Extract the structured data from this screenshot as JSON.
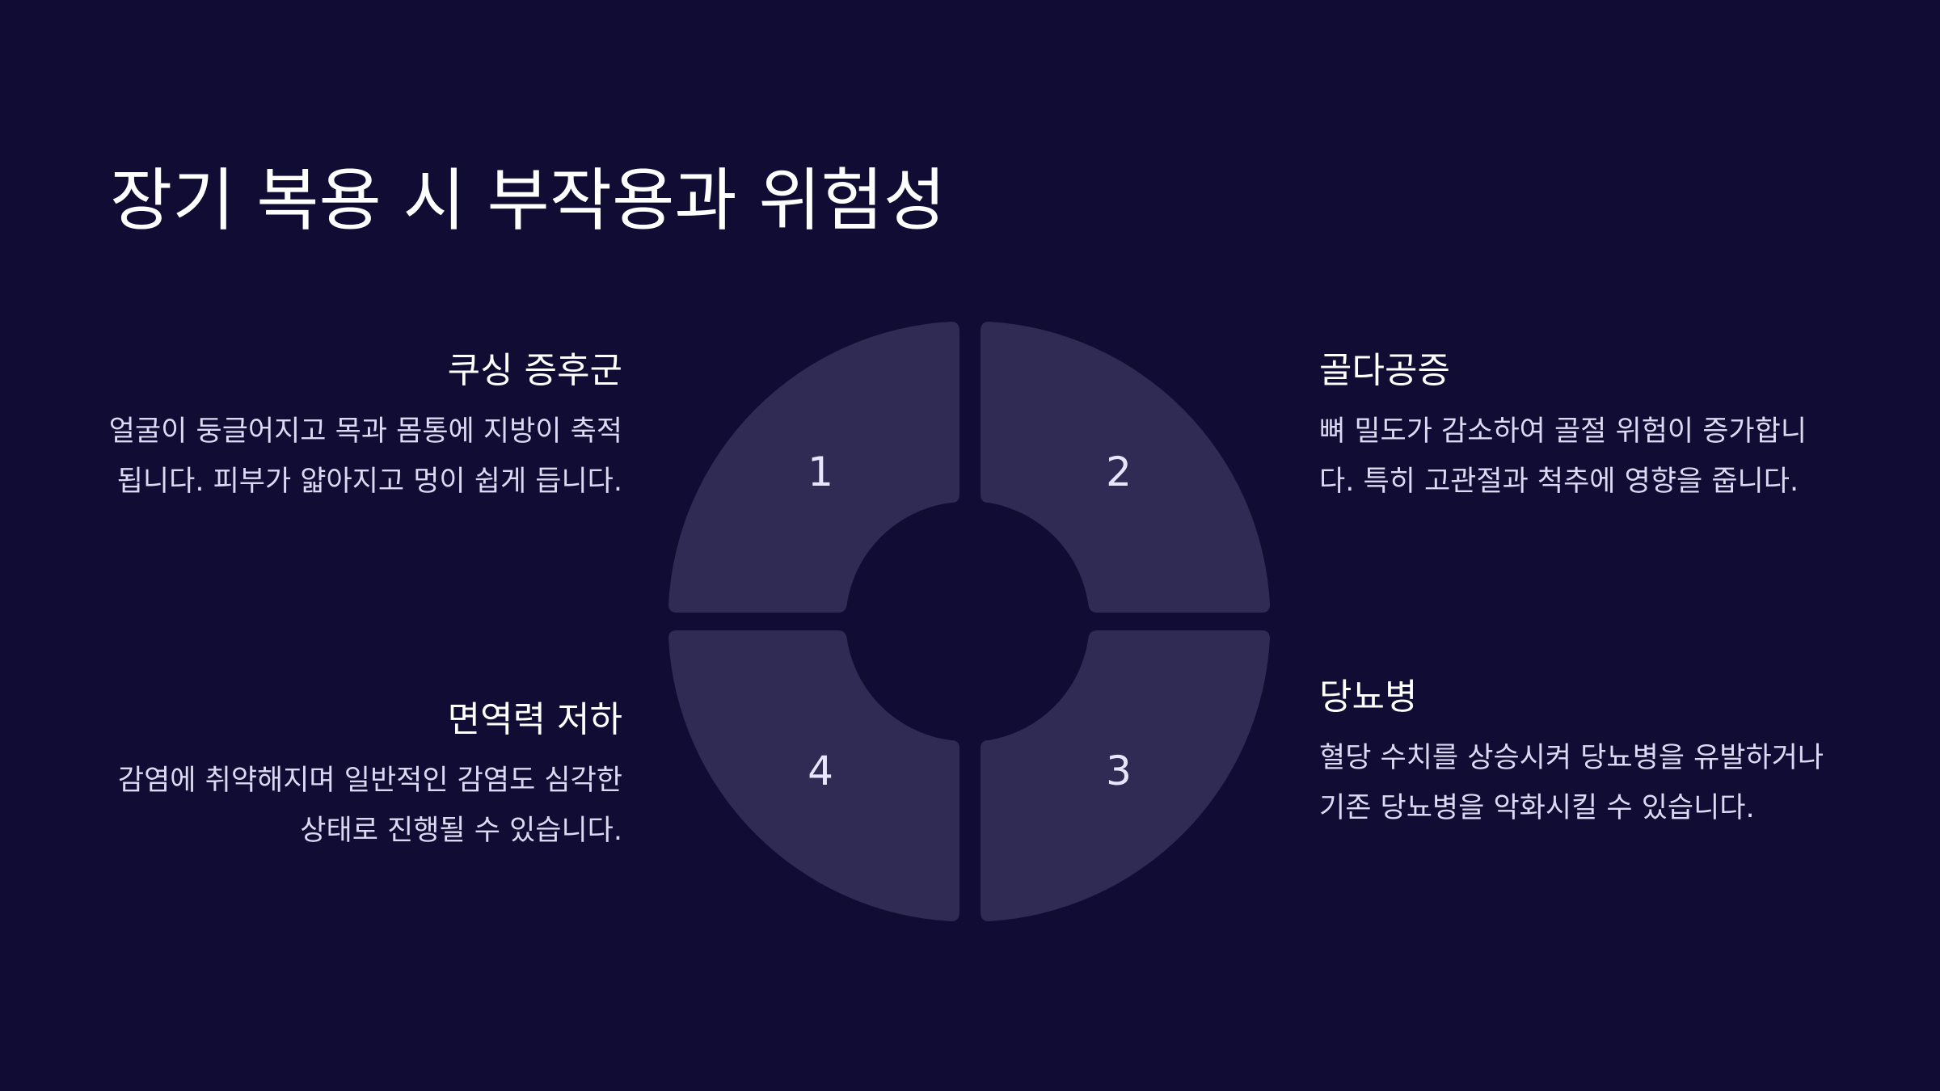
{
  "title": "장기 복용 시 부작용과 위험성",
  "items": [
    {
      "number": "1",
      "heading": "쿠싱 증후군",
      "text": "얼굴이 둥글어지고 목과 몸통에 지방이 축적됩니다. 피부가 얇아지고 멍이 쉽게 듭니다."
    },
    {
      "number": "2",
      "heading": "골다공증",
      "text": "뼈 밀도가 감소하여 골절 위험이 증가합니다. 특히 고관절과 척추에 영향을 줍니다."
    },
    {
      "number": "3",
      "heading": "당뇨병",
      "text": "혈당 수치를 상승시켜 당뇨병을 유발하거나 기존 당뇨병을 악화시킬 수 있습니다."
    },
    {
      "number": "4",
      "heading": "면역력 저하",
      "text": "감염에 취약해지며 일반적인 감염도 심각한 상태로 진행될 수 있습니다."
    }
  ],
  "colors": {
    "background": "#100c34",
    "segment": "#2f2b54",
    "text": "#ffffff",
    "body_text": "#dcdaf2"
  }
}
